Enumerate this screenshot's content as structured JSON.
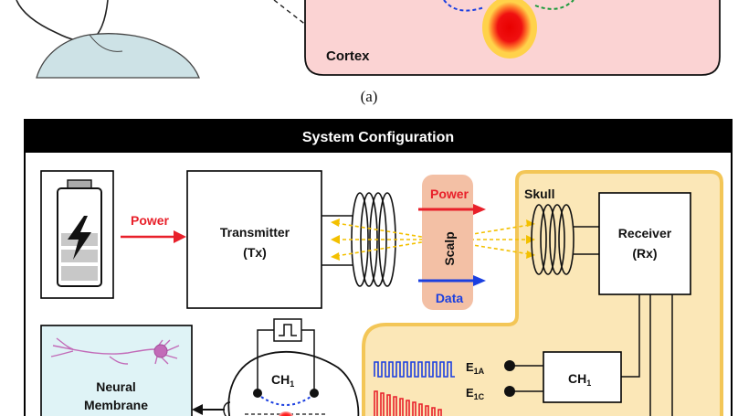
{
  "figure_a": {
    "cortex_label": "Cortex",
    "caption": "(a)"
  },
  "system": {
    "header_title": "System Configuration",
    "power_label_battery": "Power",
    "transmitter_line1": "Transmitter",
    "transmitter_line2": "(Tx)",
    "scalp_power": "Power",
    "scalp_label": "Scalp",
    "scalp_data": "Data",
    "skull_label": "Skull",
    "receiver_line1": "Receiver",
    "receiver_line2": "(Rx)",
    "ch1_label": "CH",
    "ch1_sub": "1",
    "electrode_e1a": "E",
    "electrode_e1a_sub": "1A",
    "electrode_e1c": "E",
    "electrode_e1c_sub": "1C",
    "head_ch1": "CH",
    "head_ch1_sub": "1",
    "neural_line1": "Neural",
    "neural_line2": "Membrane"
  },
  "colors": {
    "power": "#e8202a",
    "data": "#1b3fe0",
    "cortex_bg": "#fbd3d3",
    "implant_bg": "#fbe7b7",
    "implant_border": "#f3c657",
    "scalp_bg": "#f3c0a5",
    "neural_bg": "#dff3f6",
    "header_bg": "#000000"
  }
}
